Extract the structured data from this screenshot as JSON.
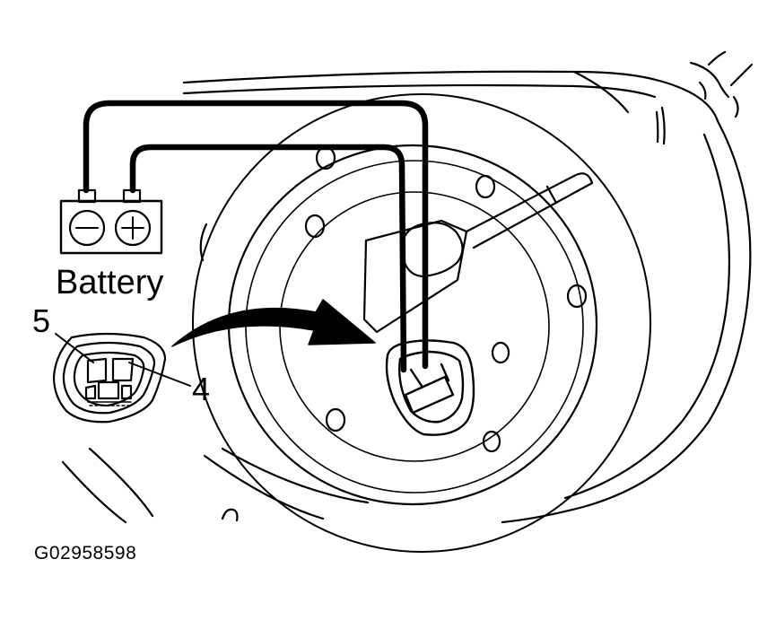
{
  "diagram": {
    "battery_label": "Battery",
    "terminal_negative_icon": "minus-icon",
    "terminal_positive_icon": "plus-icon",
    "pin_labels": {
      "pin_5": "5",
      "pin_4": "4"
    },
    "figure_id": "G02958598"
  },
  "colors": {
    "ink": "#000000",
    "background": "#ffffff"
  }
}
